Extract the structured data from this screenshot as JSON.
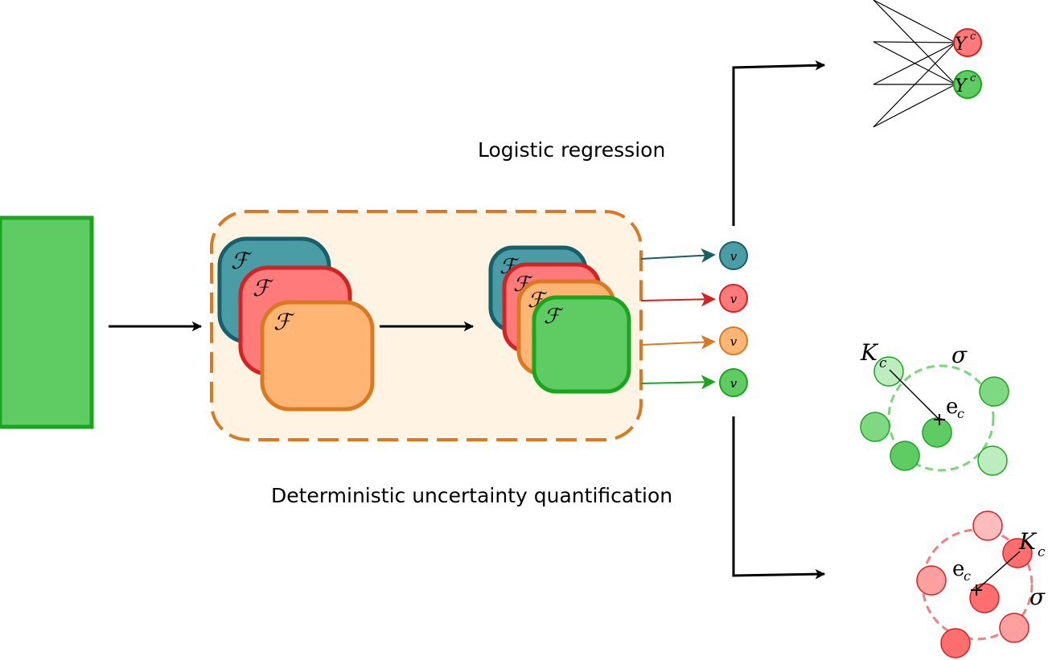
{
  "labels": {
    "logistic": "Logistic regression",
    "duq": "Deterministic uncertainty quantification"
  },
  "symbols": {
    "feature": "ℱ",
    "v": "v",
    "Y": "Y",
    "c": "c",
    "K": "K",
    "sigma": "σ",
    "e": "e"
  },
  "colors": {
    "green": "#5ecc62",
    "green_stroke": "#1aa51f",
    "teal": "#4a9da5",
    "teal_stroke": "#15606a",
    "red": "#ff7a7a",
    "red_stroke": "#d42222",
    "orange": "#ffb574",
    "orange_stroke": "#d97a22",
    "panel_fill": "#fff4e4",
    "panel_stroke": "#d97a22"
  }
}
